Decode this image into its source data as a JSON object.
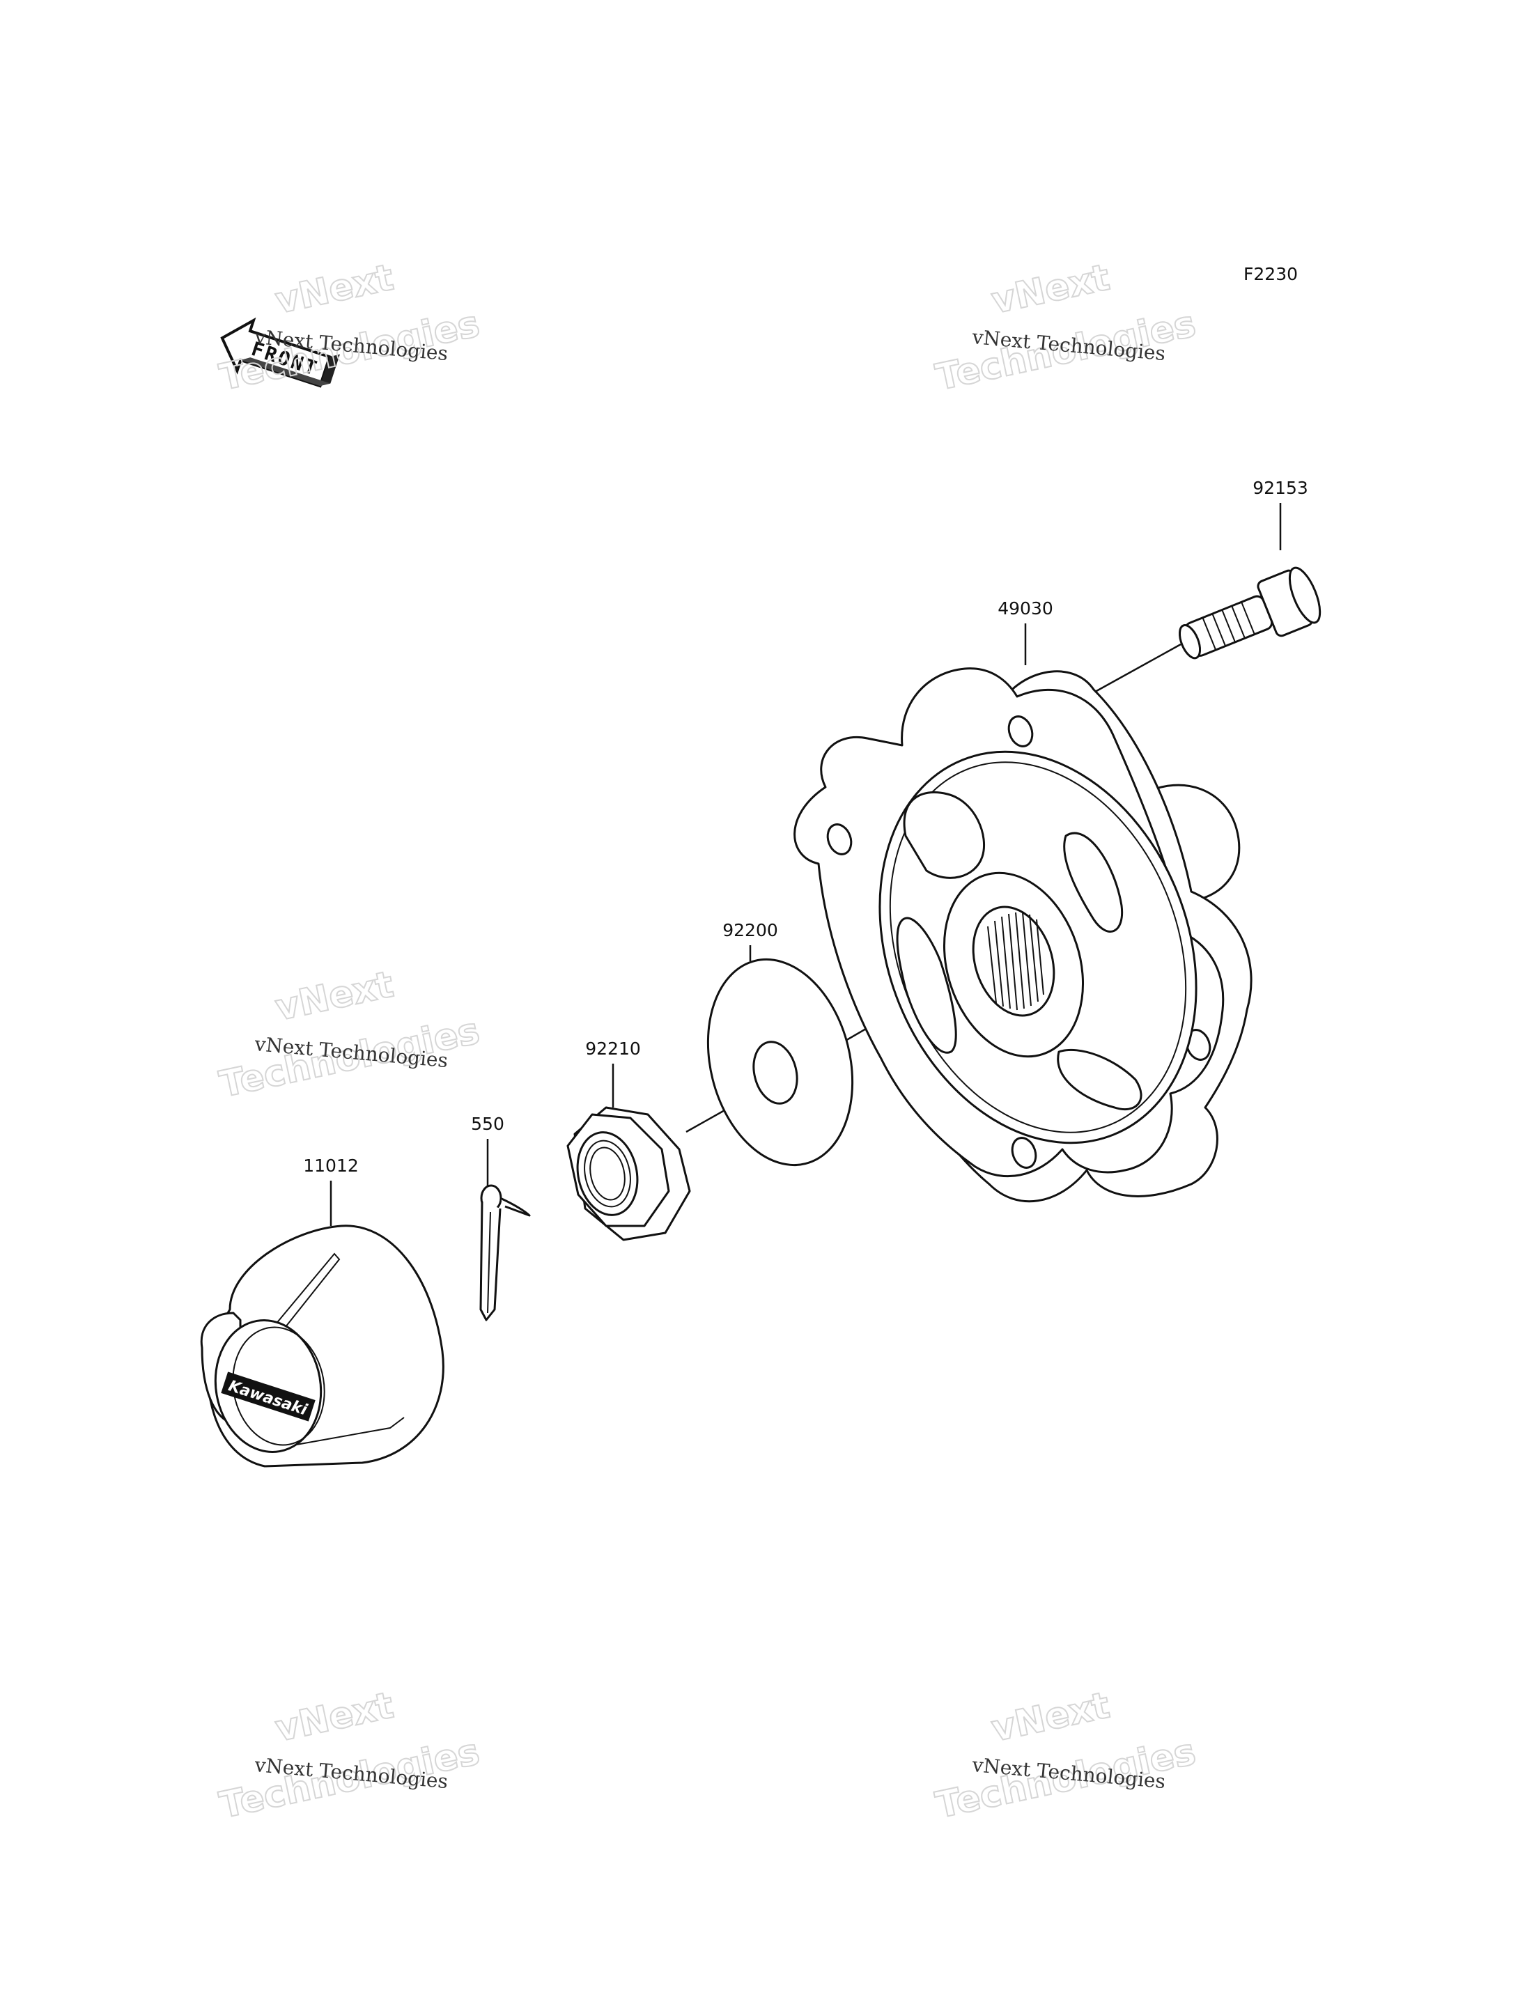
{
  "diagram_code": "F2230",
  "front_marker": {
    "text": "FRONT",
    "icon": "front-direction-arrow"
  },
  "watermark": {
    "line1": "vNext Technologies",
    "line2": "vNext",
    "line3": "Technologies"
  },
  "parts": [
    {
      "id": "hub",
      "number": "49030"
    },
    {
      "id": "hub-bolt",
      "number": "92153"
    },
    {
      "id": "washer",
      "number": "92200"
    },
    {
      "id": "nut",
      "number": "92210"
    },
    {
      "id": "cotter-pin",
      "number": "550"
    },
    {
      "id": "hub-cap",
      "number": "11012"
    }
  ],
  "cap_logo_text": "Kawasaki"
}
